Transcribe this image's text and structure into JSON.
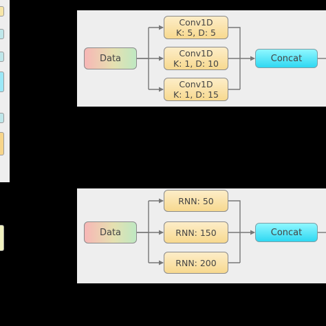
{
  "colors": {
    "background": "#000000",
    "panel": "#eeeeee",
    "arrow": "#777777"
  },
  "top_diagram": {
    "input": "Data",
    "branches": [
      {
        "line1": "Conv1D",
        "line2": "K: 5, D: 5"
      },
      {
        "line1": "Conv1D",
        "line2": "K: 1, D: 10"
      },
      {
        "line1": "Conv1D",
        "line2": "K: 1, D: 15"
      }
    ],
    "output": "Concat"
  },
  "bottom_diagram": {
    "input": "Data",
    "branches": [
      "RNN: 50",
      "RNN: 150",
      "RNN: 200"
    ],
    "output": "Concat"
  }
}
